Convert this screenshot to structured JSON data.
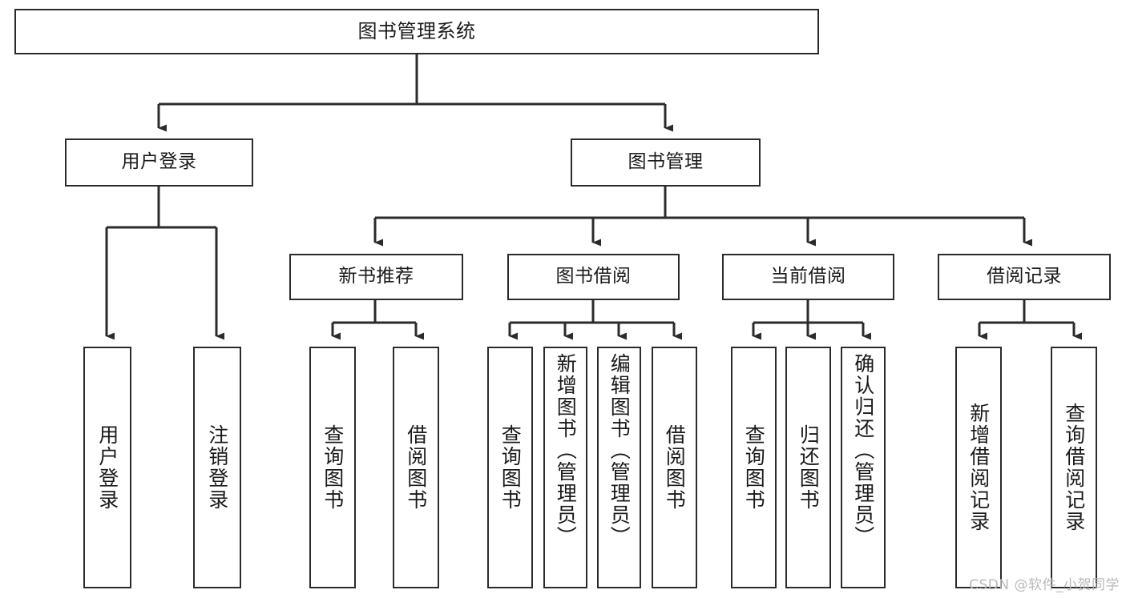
{
  "diagram": {
    "title": "图书管理系统",
    "type": "functional-structure-tree",
    "colors": {
      "box_border": "#2b2b2b",
      "box_fill": "#ffffff",
      "connector": "#2b2b2b",
      "text": "#1a1a1a",
      "watermark": "#b9b9b9",
      "background": "#ffffff"
    },
    "levels": {
      "root": "图书管理系统",
      "level2": [
        "用户登录",
        "图书管理"
      ],
      "level3": [
        "新书推荐",
        "图书借阅",
        "当前借阅",
        "借阅记录"
      ]
    },
    "nodes": {
      "root": {
        "label": "图书管理系统"
      },
      "user_login": {
        "label": "用户登录"
      },
      "book_manage": {
        "label": "图书管理"
      },
      "new_book_rec": {
        "label": "新书推荐"
      },
      "book_borrow": {
        "label": "图书借阅"
      },
      "current_borrow": {
        "label": "当前借阅"
      },
      "borrow_record": {
        "label": "借阅记录"
      },
      "leaf_user_login": {
        "label": "用户登录"
      },
      "leaf_logout": {
        "label": "注销登录"
      },
      "leaf_query_book_1": {
        "label": "查询图书"
      },
      "leaf_borrow_book_1": {
        "label": "借阅图书"
      },
      "leaf_query_book_2": {
        "label": "查询图书"
      },
      "leaf_add_book": {
        "label": "新增图书（管理员）"
      },
      "leaf_edit_book": {
        "label": "编辑图书（管理员）"
      },
      "leaf_borrow_book_2": {
        "label": "借阅图书"
      },
      "leaf_query_book_3": {
        "label": "查询图书"
      },
      "leaf_return_book": {
        "label": "归还图书"
      },
      "leaf_confirm_return": {
        "label": "确认归还（管理员）"
      },
      "leaf_add_record": {
        "label": "新增借阅记录"
      },
      "leaf_query_record": {
        "label": "查询借阅记录"
      }
    },
    "edges": [
      {
        "from": "图书管理系统",
        "to": "用户登录"
      },
      {
        "from": "图书管理系统",
        "to": "图书管理"
      },
      {
        "from": "用户登录",
        "to": "用户登录"
      },
      {
        "from": "用户登录",
        "to": "注销登录"
      },
      {
        "from": "图书管理",
        "to": "新书推荐"
      },
      {
        "from": "图书管理",
        "to": "图书借阅"
      },
      {
        "from": "图书管理",
        "to": "当前借阅"
      },
      {
        "from": "图书管理",
        "to": "借阅记录"
      },
      {
        "from": "新书推荐",
        "to": "查询图书"
      },
      {
        "from": "新书推荐",
        "to": "借阅图书"
      },
      {
        "from": "图书借阅",
        "to": "查询图书"
      },
      {
        "from": "图书借阅",
        "to": "新增图书（管理员）"
      },
      {
        "from": "图书借阅",
        "to": "编辑图书（管理员）"
      },
      {
        "from": "图书借阅",
        "to": "借阅图书"
      },
      {
        "from": "当前借阅",
        "to": "查询图书"
      },
      {
        "from": "当前借阅",
        "to": "归还图书"
      },
      {
        "from": "当前借阅",
        "to": "确认归还（管理员）"
      },
      {
        "from": "借阅记录",
        "to": "新增借阅记录"
      },
      {
        "from": "借阅记录",
        "to": "查询借阅记录"
      }
    ]
  },
  "watermark": {
    "text": "CSDN @软件_小贺同学"
  }
}
